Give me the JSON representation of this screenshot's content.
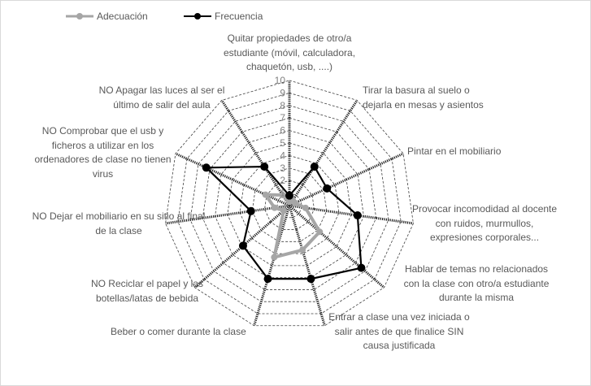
{
  "chart_data": {
    "type": "radar",
    "categories": [
      "Quitar propiedades de otro/a estudiante (móvil, calculadora, chaquetón, usb, ....)",
      "Tirar la basura al suelo o dejarla en mesas y asientos",
      "Pintar en el mobiliario",
      "Provocar incomodidad al docente con ruidos, murmullos, expresiones corporales...",
      "Hablar de temas no relacionados con la clase con otro/a estudiante durante la misma",
      "Entrar a clase una vez iniciada o salir antes de que finalice SIN causa justificada",
      "Beber o comer durante la clase",
      "NO Reciclar el papel y las botellas/latas de bebida",
      "NO Dejar el mobiliario en su sitio al final de la clase",
      "NO Comprobar que el usb y ficheros a utilizar en los ordenadores de clase no tienen virus",
      "NO Apagar las luces al ser el último de salir del aula"
    ],
    "series": [
      {
        "name": "Adecuación",
        "color": "#a6a6a6",
        "values": [
          0.3,
          0.5,
          0.5,
          1.3,
          3.2,
          3.7,
          4.3,
          0.6,
          1.2,
          2.1,
          1.0
        ]
      },
      {
        "name": "Frecuencia",
        "color": "#000000",
        "values": [
          0.8,
          3.7,
          3.3,
          5.5,
          7.6,
          6.1,
          6.1,
          4.9,
          3.1,
          7.3,
          3.7
        ]
      }
    ],
    "rlim": [
      0,
      10
    ],
    "ticks": [
      "1",
      "2",
      "3",
      "4",
      "5",
      "6",
      "7",
      "8",
      "9",
      "10"
    ],
    "legend": "top-left"
  }
}
